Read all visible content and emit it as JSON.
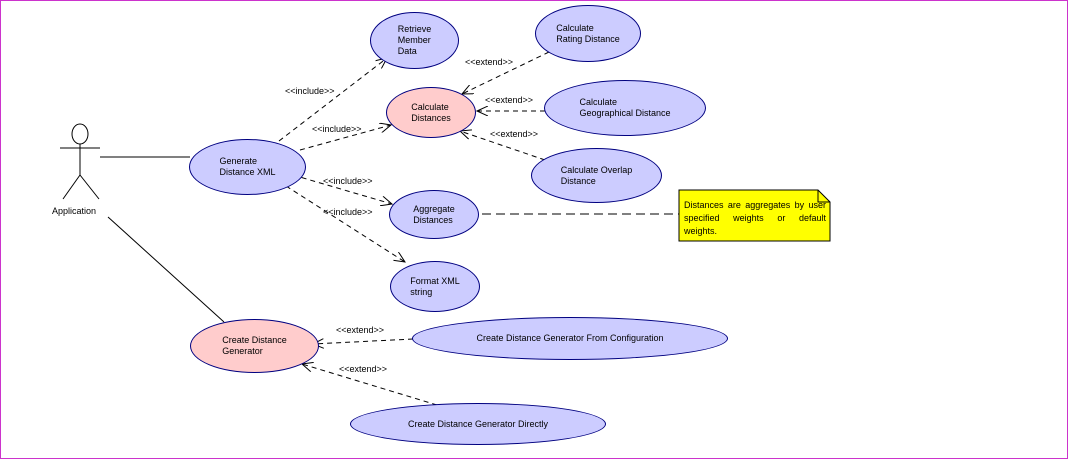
{
  "actor": {
    "name": "Application"
  },
  "use_cases": {
    "retrieve_member_data": "Retrieve\nMember\nData",
    "calculate_rating_distance": "Calculate\nRating Distance",
    "calculate_distances": "Calculate\nDistances",
    "calculate_geographical_distance": "Calculate\nGeographical Distance",
    "generate_distance_xml": "Generate\nDistance XML",
    "calculate_overlap_distance": "Calculate Overlap\nDistance",
    "aggregate_distances": "Aggregate\nDistances",
    "format_xml_string": "Format XML\nstring",
    "create_distance_generator": "Create Distance\nGenerator",
    "create_from_configuration": "Create Distance Generator From Configuration",
    "create_directly": "Create Distance Generator Directly"
  },
  "relationships": {
    "include": "<<include>>",
    "extend": "<<extend>>"
  },
  "note": {
    "text": "Distances are aggregates by user specified weights or default weights."
  },
  "colors": {
    "use_case_fill": "#ccccff",
    "highlight_fill": "#ffcccc",
    "note_fill": "#ffff00",
    "outline": "#000080",
    "border": "#cc33cc"
  }
}
